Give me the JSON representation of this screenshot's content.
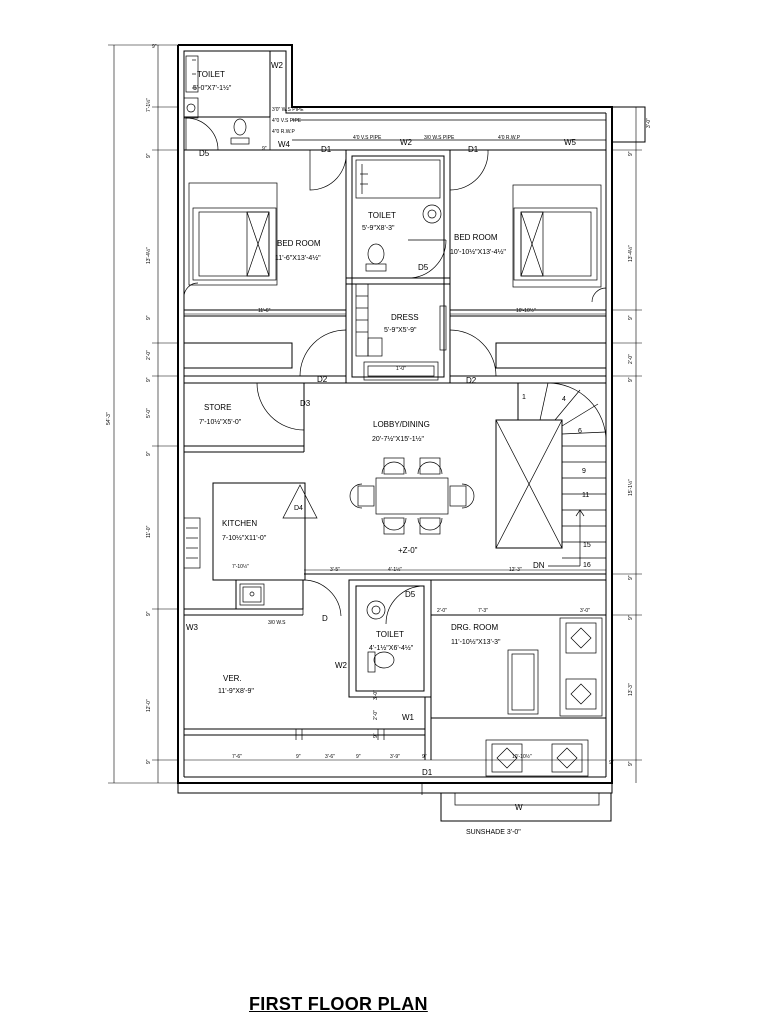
{
  "title": "FIRST FLOOR PLAN",
  "rooms": {
    "toilet_top_name": "TOILET",
    "toilet_top_size": "5'-0\"X7'-1½\"",
    "bed_left_name": "BED ROOM",
    "bed_left_size": "11'-6\"X13'-4½\"",
    "toilet_mid_name": "TOILET",
    "toilet_mid_size": "5'-9\"X8'-3\"",
    "bed_right_name": "BED ROOM",
    "bed_right_size": "10'-10½\"X13'-4½\"",
    "dress_name": "DRESS",
    "dress_size": "5'-9\"X5'-9\"",
    "store_name": "STORE",
    "store_size": "7'-10½\"X5'-0\"",
    "lobby_name": "LOBBY/DINING",
    "lobby_size": "20'-7½\"X15'-1½\"",
    "kitchen_name": "KITCHEN",
    "kitchen_size": "7-10½\"X11'-0\"",
    "toilet_low_name": "TOILET",
    "toilet_low_size": "4'-1½\"X6'-4½\"",
    "drg_name": "DRG. ROOM",
    "drg_size": "11'-10½\"X13'-3\"",
    "ver_name": "VER.",
    "ver_size": "11'-9\"X8'-9\""
  },
  "labels": {
    "w2_top": "W2",
    "w4": "W4",
    "d5_top": "D5",
    "d1_left": "D1",
    "w2_mid": "W2",
    "d1_right": "D1",
    "w5": "W5",
    "d5_mid": "D5",
    "d2_left": "D2",
    "d2_right": "D2",
    "d3": "D3",
    "d4": "D4",
    "w3": "W3",
    "d_low": "D",
    "w2_low": "W2",
    "d5_low": "D5",
    "w1": "W1",
    "d1_low": "D1",
    "w_bottom": "W",
    "dn": "DN",
    "level": "+Z-0\"",
    "sunshade": "SUNSHADE 3'-0\""
  },
  "notes": {
    "vs_pipe_a": "3'0\" W.S PIPE",
    "vs_pipe_b": "4\"0 V.S PIPE",
    "rwp_a": "4\"0 R.W.P",
    "vs_pipe_c": "4'0 V.S PIPE",
    "ws_pipe": "3/0 W.S PIPE",
    "rwp_b": "4'0 R.W.P",
    "ws_kitchen": "3/0 W.S"
  },
  "dims": {
    "top_a": "9\"",
    "top_b": "3'-0\"",
    "left_1": "7'-1½\"",
    "left_2": "9\"",
    "left_3": "13'-4½\"",
    "left_4": "9\"",
    "left_5": "2'-0\"",
    "left_6": "9\"",
    "left_7": "5'-0\"",
    "left_8": "9\"",
    "left_9": "11'-0\"",
    "left_10": "9\"",
    "left_11": "12'-0\"",
    "left_12": "9\"",
    "overall": "54'-3\"",
    "right_1": "9\"",
    "right_2": "13'-4½\"",
    "right_3": "9\"",
    "right_4": "2'-0\"",
    "right_5": "9\"",
    "right_6": "15'-1½\"",
    "right_7": "9\"",
    "right_8": "9\"",
    "right_9": "13'-3\"",
    "right_10": "9\"",
    "bed_l_w": "11'-6\"",
    "bed_r_w": "10'-10½\"",
    "dress_1": "1'-0\"",
    "kit_w": "7'-10½\"",
    "k_35": "3'-5\"",
    "k_41": "4'-1½\"",
    "stair_w": "12'-3\"",
    "d_20": "2'-0\"",
    "d_73": "7'-3\"",
    "d_30": "3'-0\"",
    "v_2": "2'-0\"",
    "v_3": "3'-0\"",
    "v_9": "9\"",
    "b_76": "7'-6\"",
    "b_9a": "9\"",
    "b_36": "3'-6\"",
    "b_9b": "9\"",
    "b_39": "3'-9\"",
    "b_9c": "9\"",
    "b_10": "10'-10½\"",
    "b_9d": "9\"",
    "top_toilet_9": "9\""
  },
  "stair_steps": [
    "1",
    "4",
    "6",
    "9",
    "11",
    "15",
    "16"
  ]
}
